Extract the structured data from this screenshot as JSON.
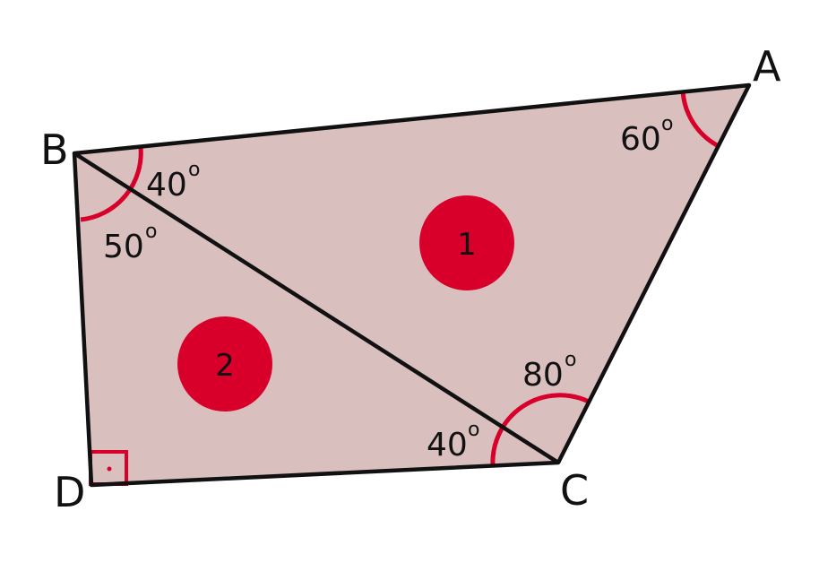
{
  "colors": {
    "fill": "#d9c0bf",
    "stroke": "#111111",
    "accent": "#d8002a"
  },
  "vertices": {
    "A": "A",
    "B": "B",
    "C": "C",
    "D": "D"
  },
  "angles": {
    "a_60": "60",
    "b_40": "40",
    "b_50": "50",
    "c_80": "80",
    "c_40": "40",
    "degree_mark": "o"
  },
  "regions": {
    "one": "1",
    "two": "2"
  }
}
